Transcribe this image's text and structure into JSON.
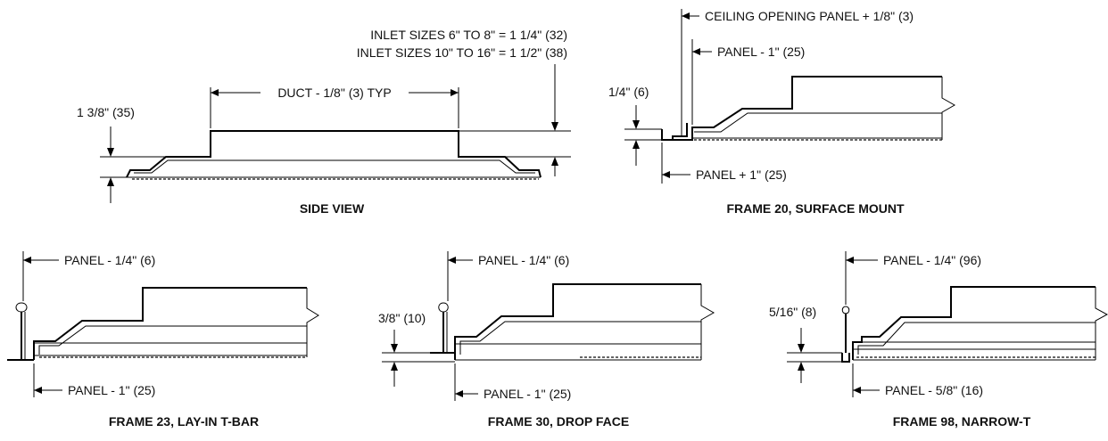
{
  "side_view": {
    "caption": "SIDE VIEW",
    "inlet_line1": "INLET SIZES 6\" TO 8\" = 1 1/4\" (32)",
    "inlet_line2": "INLET SIZES 10\" TO 16\" = 1 1/2\" (38)",
    "duct_label": "DUCT - 1/8\" (3) TYP",
    "height_label": "1 3/8\" (35)"
  },
  "frame20": {
    "caption": "FRAME 20, SURFACE MOUNT",
    "ceiling_label": "CEILING OPENING PANEL + 1/8\" (3)",
    "panel_minus_label": "PANEL - 1\" (25)",
    "height_label": "1/4\" (6)",
    "panel_plus_label": "PANEL + 1\" (25)"
  },
  "frame23": {
    "caption": "FRAME 23, LAY-IN T-BAR",
    "top_label": "PANEL - 1/4\" (6)",
    "bottom_label": "PANEL - 1\" (25)"
  },
  "frame30": {
    "caption": "FRAME 30, DROP FACE",
    "top_label": "PANEL - 1/4\" (6)",
    "height_label": "3/8\" (10)",
    "bottom_label": "PANEL - 1\" (25)"
  },
  "frame98": {
    "caption": "FRAME 98, NARROW-T",
    "top_label": "PANEL - 1/4\" (96)",
    "height_label": "5/16\" (8)",
    "bottom_label": "PANEL - 5/8\" (16)"
  }
}
